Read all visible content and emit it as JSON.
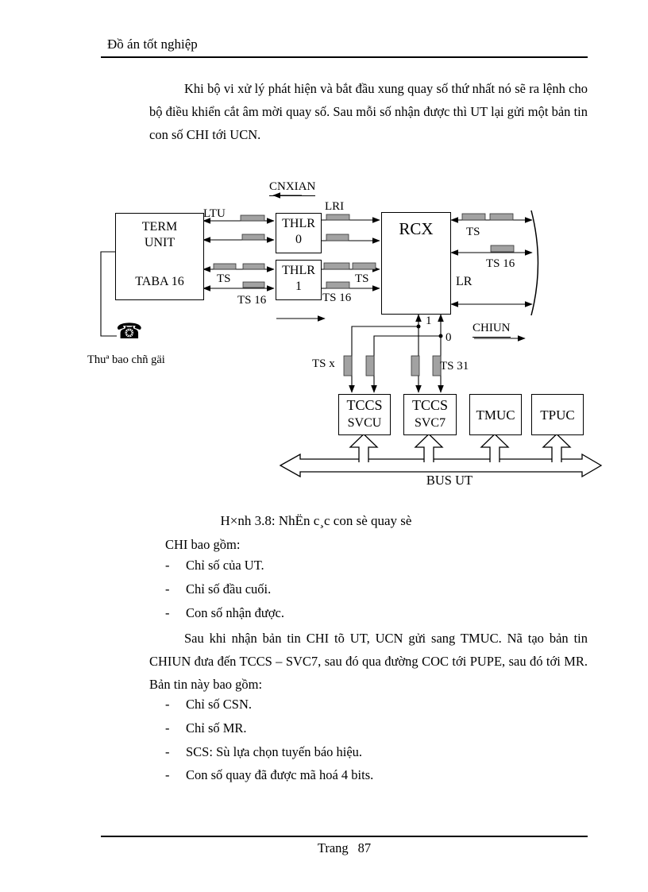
{
  "header": {
    "title": "Đồ án tốt nghiệp"
  },
  "body": {
    "p1": "Khi bộ vi xử lý phát hiện và bắt đầu xung quay số thứ nhất nó sẽ ra lệnh cho bộ điều khiển cắt âm mời quay số. Sau mỗi số nhận được thì UT lại gửi một bản tin con số CHI tới UCN.",
    "list1_intro": "CHI bao gồm:",
    "list1": [
      "Chỉ số của UT.",
      "Chỉ số đầu cuối.",
      "Con số nhận được."
    ],
    "p2": "Sau khi nhận bản tin CHI tõ UT, UCN gửi sang TMUC. Nã tạo bản tin CHIUN đưa đến TCCS – SVC7, sau đó qua đường COC tới PUPE, sau đó tới MR. Bản tin này bao gồm:",
    "list2": [
      "Chỉ số CSN.",
      "Chỉ số MR.",
      "SCS: Sù lựa chọn tuyến báo hiệu.",
      "Con số quay đã được mã hoá 4 bits."
    ],
    "dash": "-"
  },
  "figure": {
    "caption": "H×nh 3.8: NhËn c¸c con sè quay sè",
    "boxes": {
      "term": {
        "l1": "TERM",
        "l2": "UNIT",
        "l3": "TABA  16"
      },
      "thlr0": {
        "l1": "THLR",
        "l2": "0"
      },
      "thlr1": {
        "l1": "THLR",
        "l2": "1"
      },
      "rcx": "RCX",
      "svcu": {
        "l1": "TCCS",
        "l2": "SVCU"
      },
      "svc7": {
        "l1": "TCCS",
        "l2": "SVC7"
      },
      "tmuc": "TMUC",
      "tpuc": "TPUC"
    },
    "labels": {
      "cnxian": "CNXIAN",
      "ltu": "LTU",
      "lri": "LRI",
      "ts_left": "TS",
      "ts16_left": "TS 16",
      "ts_mid": "TS",
      "ts16_mid": "TS 16",
      "ts_right": "TS",
      "ts16_right": "TS 16",
      "lr": "LR",
      "one": "1",
      "zero": "0",
      "chiun": "CHIUN",
      "tsx": "TS x",
      "ts31": "TS 31",
      "bus": "BUS UT",
      "subscriber": "Thuª bao chñ gäi",
      "phone_glyph": "☎"
    }
  },
  "footer": {
    "label": "Trang",
    "page": "87"
  }
}
